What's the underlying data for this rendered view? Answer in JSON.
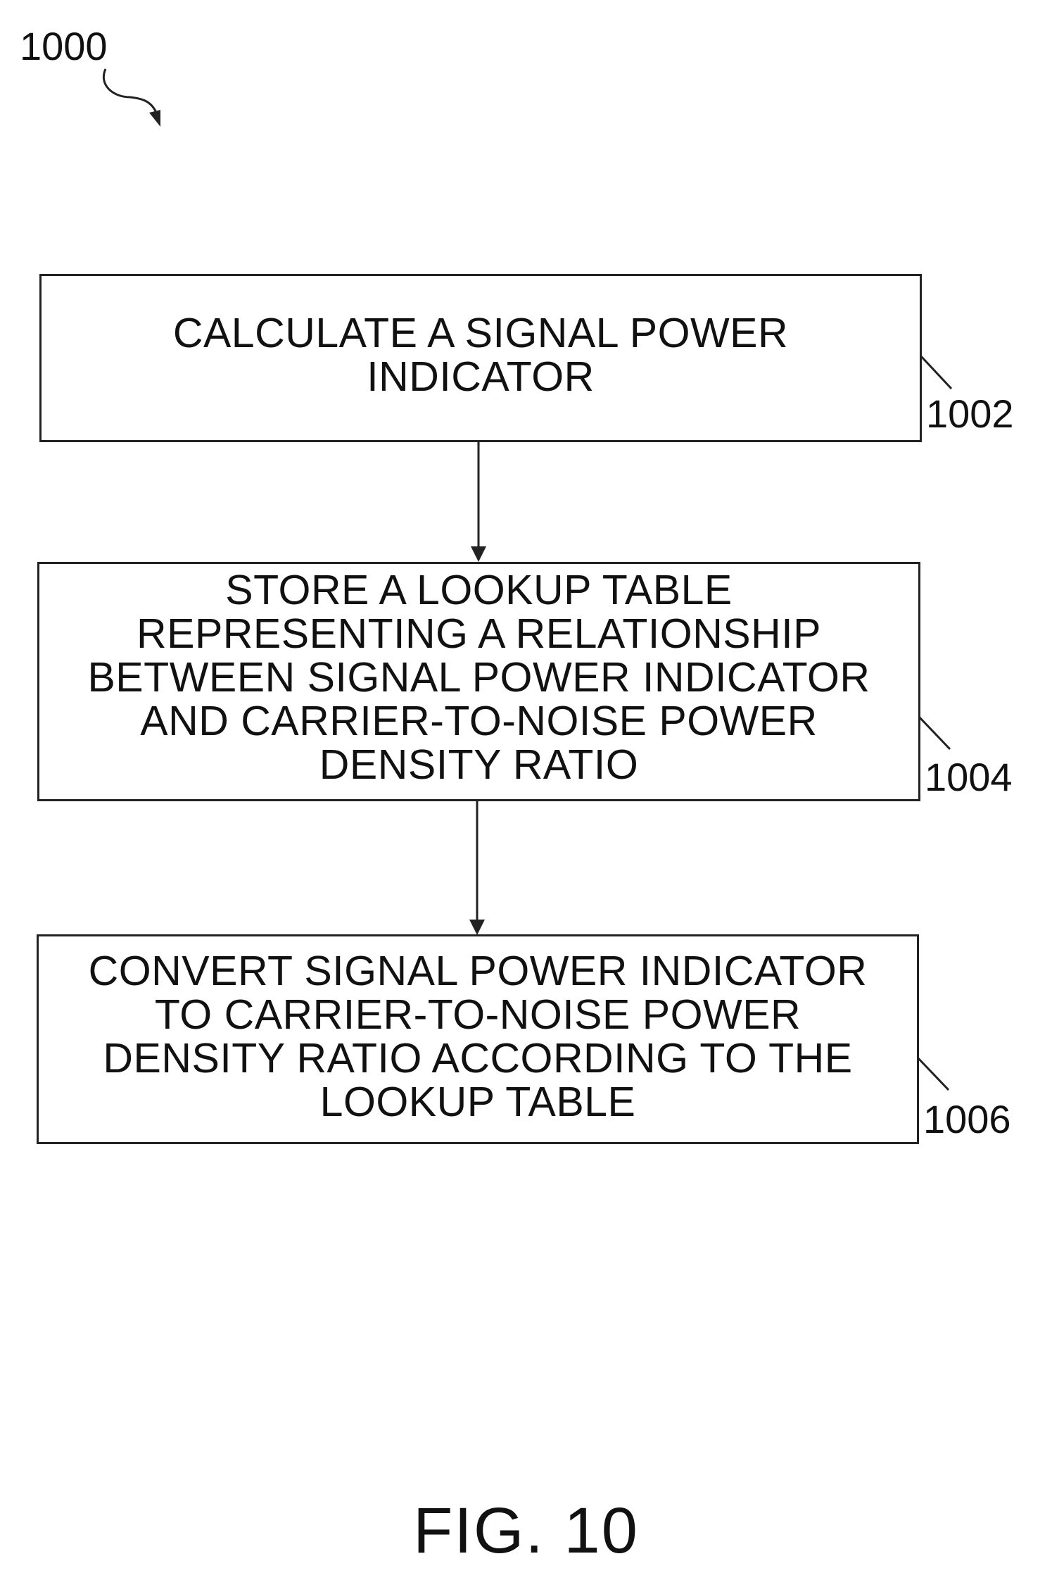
{
  "figure": {
    "ref_number": "1000",
    "caption": "FIG. 10"
  },
  "steps": [
    {
      "ref": "1002",
      "text": "CALCULATE A SIGNAL POWER\nINDICATOR"
    },
    {
      "ref": "1004",
      "text": "STORE A LOOKUP TABLE\nREPRESENTING A RELATIONSHIP\nBETWEEN SIGNAL POWER INDICATOR\nAND CARRIER-TO-NOISE POWER\nDENSITY RATIO"
    },
    {
      "ref": "1006",
      "text": "CONVERT SIGNAL POWER INDICATOR\nTO CARRIER-TO-NOISE POWER\nDENSITY RATIO ACCORDING TO THE\nLOOKUP TABLE"
    }
  ]
}
